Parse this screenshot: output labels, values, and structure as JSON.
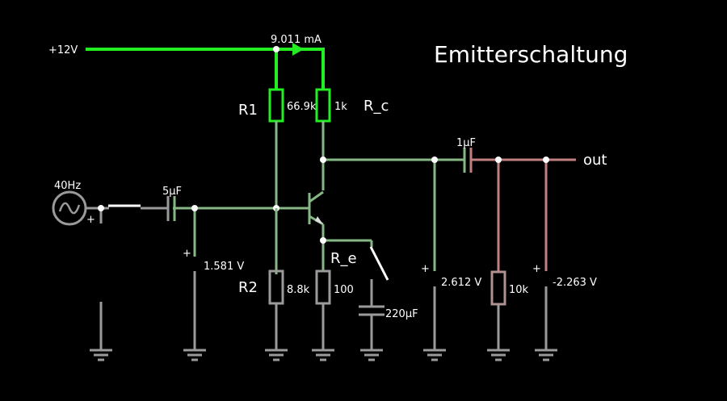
{
  "title": "Emitterschaltung",
  "supply": {
    "label": "+12V"
  },
  "current_meter": {
    "value": "9.011 mA"
  },
  "source": {
    "frequency": "40Hz",
    "polarity": "+"
  },
  "components": {
    "c_in": {
      "value": "5µF"
    },
    "c_out": {
      "value": "1µF"
    },
    "c_e": {
      "value": "220µF"
    },
    "r1": {
      "name": "R1",
      "value": "66.9k"
    },
    "r2": {
      "name": "R2",
      "value": "8.8k"
    },
    "rc": {
      "name": "R_c",
      "value": "1k"
    },
    "re": {
      "name": "R_e",
      "value": "100"
    },
    "r_load": {
      "value": "10k"
    }
  },
  "voltmeters": [
    {
      "polarity": "+",
      "reading": "1.581 V"
    },
    {
      "polarity": "+",
      "reading": "2.612 V"
    },
    {
      "polarity": "+",
      "reading": "-2.263 V"
    }
  ],
  "output": {
    "label": "out"
  },
  "colors": {
    "hot": "#22ee22",
    "mid": "#86b886",
    "ground": "#9a9a9a",
    "negative": "#c08080",
    "background": "#000000"
  }
}
